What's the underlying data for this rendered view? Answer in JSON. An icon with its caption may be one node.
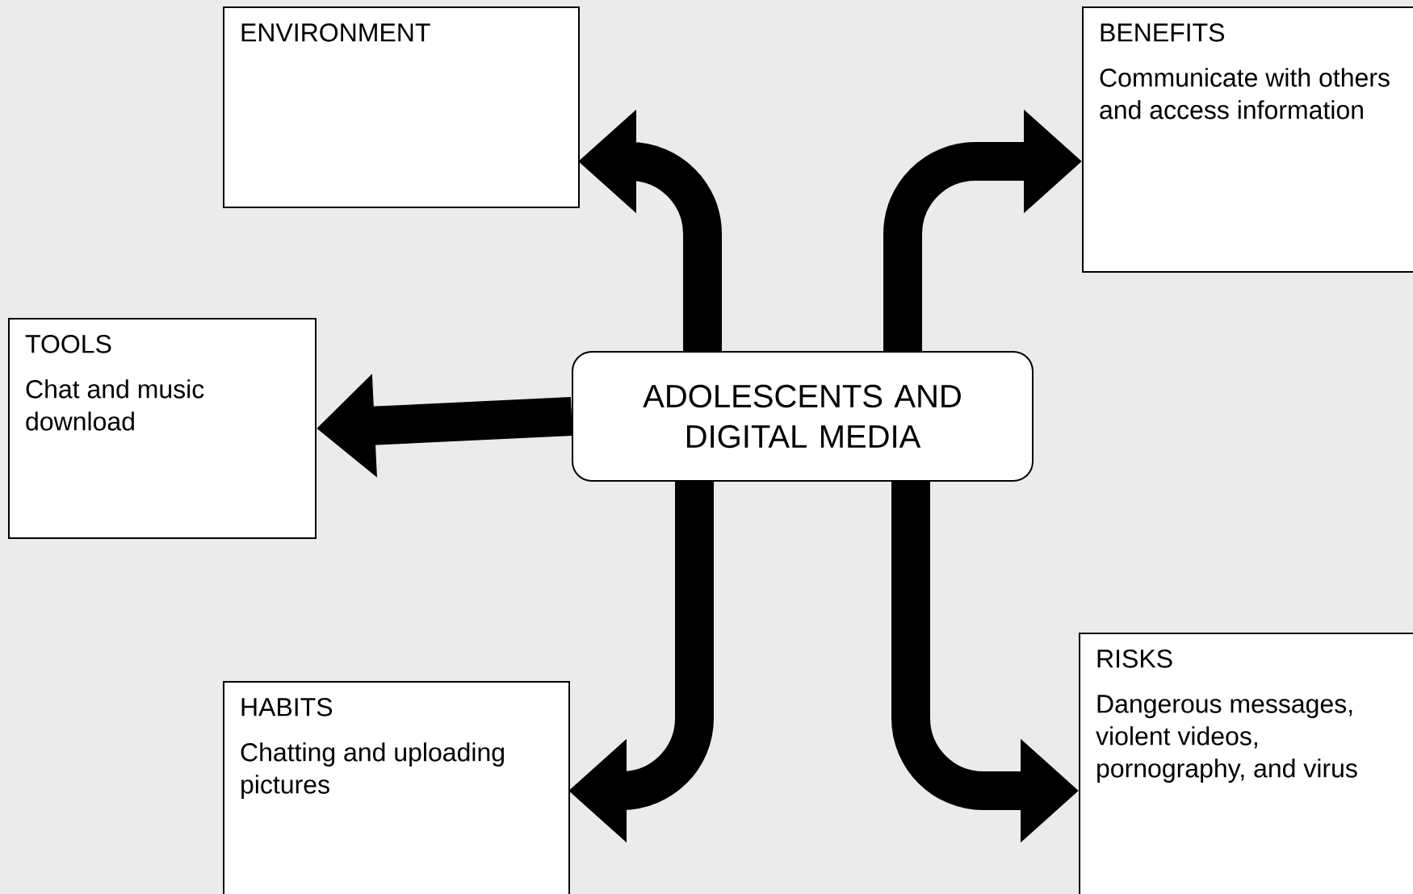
{
  "diagram": {
    "nodes": [
      {
        "text": [
          "ADOLESCENTS AND DIGITAL MEDIA"
        ]
      },
      {
        "text": [
          "ENVIRONMENT"
        ]
      },
      {
        "text": [
          "BENEFITS",
          "Communicate with others and access information"
        ]
      },
      {
        "text": [
          "TOOLS",
          "Chat and music download"
        ]
      },
      {
        "text": [
          "HABITS",
          "Chatting and uploading pictures"
        ]
      },
      {
        "text": [
          "RISKS",
          "Dangerous messages, violent videos, pornography, and virus"
        ]
      }
    ],
    "edges": [
      {
        "from": 0,
        "to": 1,
        "arrow": "to"
      },
      {
        "from": 0,
        "to": 2,
        "arrow": "to"
      },
      {
        "from": 0,
        "to": 3,
        "arrow": "to"
      },
      {
        "from": 0,
        "to": 4,
        "arrow": "to"
      },
      {
        "from": 0,
        "to": 5,
        "arrow": "to"
      }
    ]
  }
}
